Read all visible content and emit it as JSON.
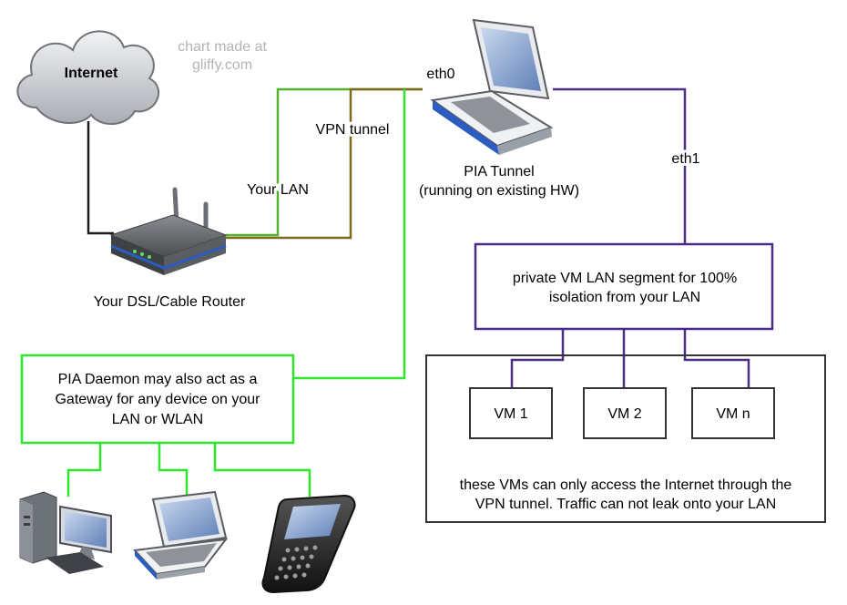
{
  "watermark": {
    "line1": "chart made at",
    "line2": "gliffy.com"
  },
  "cloud": {
    "label": "Internet"
  },
  "router": {
    "label": "Your DSL/Cable Router"
  },
  "laptop": {
    "iface_top": "eth0",
    "iface_right": "eth1",
    "label_line1": "PIA Tunnel",
    "label_line2": "(running on existing HW)"
  },
  "links": {
    "lan": "Your LAN",
    "vpn": "VPN tunnel"
  },
  "gateway_box": {
    "line1": "PIA Daemon may also act as a",
    "line2": "Gateway for any device on your",
    "line3": "LAN or WLAN"
  },
  "vm_lan_box": {
    "line1": "private VM LAN segment for 100%",
    "line2": "isolation from your LAN"
  },
  "vms": {
    "vm1": "VM 1",
    "vm2": "VM 2",
    "vmn": "VM n"
  },
  "vm_note": {
    "line1": "these VMs can only access the Internet through the",
    "line2": "VPN tunnel. Traffic can not leak onto your LAN"
  },
  "colors": {
    "black_link": "#1a1a1a",
    "green_link": "#52b32a",
    "vpn_link": "#7b6a1e",
    "purple_link": "#4a2f84",
    "bright_green_border": "#2ee62e",
    "purple_border": "#4b2a86",
    "box_border": "#333333"
  }
}
